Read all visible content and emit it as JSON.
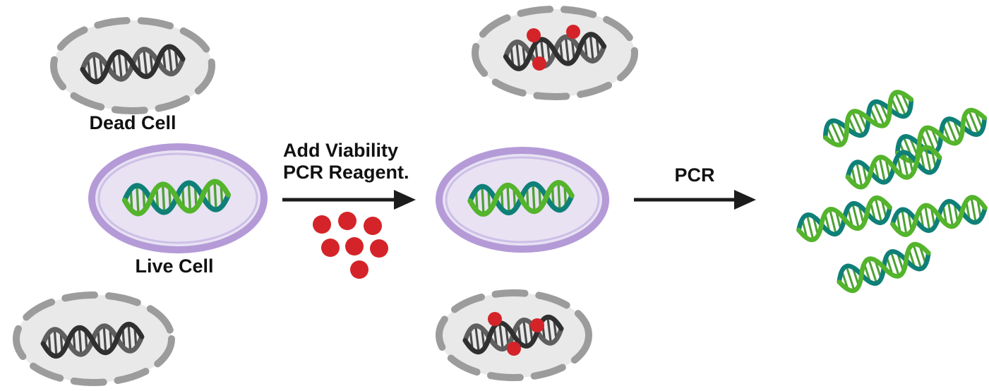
{
  "diagram": {
    "title": "Viability PCR schematic",
    "labels": {
      "dead_cell": "Dead Cell",
      "live_cell": "Live Cell",
      "add_reagent_line1": "Add Viability",
      "add_reagent_line2": "PCR Reagent.",
      "pcr": "PCR"
    },
    "colors": {
      "background": "#ffffff",
      "dead_cell_fill": "#e9e9e9",
      "dead_cell_membrane": "#9c9c9c",
      "dead_dna_front": "#303030",
      "dead_dna_back": "#5f5f5f",
      "dead_dna_rung": "#4a4a4a",
      "live_cell_fill": "#e8e2f3",
      "live_cell_membrane": "#b49bd7",
      "live_cell_inner_ring": "#cdbfe7",
      "dna_green": "#54b42c",
      "dna_teal": "#0f8078",
      "dna_rung": "#4da234",
      "reagent_dot": "#d42429",
      "arrow": "#1c1c1c",
      "label_text": "#111111"
    }
  }
}
